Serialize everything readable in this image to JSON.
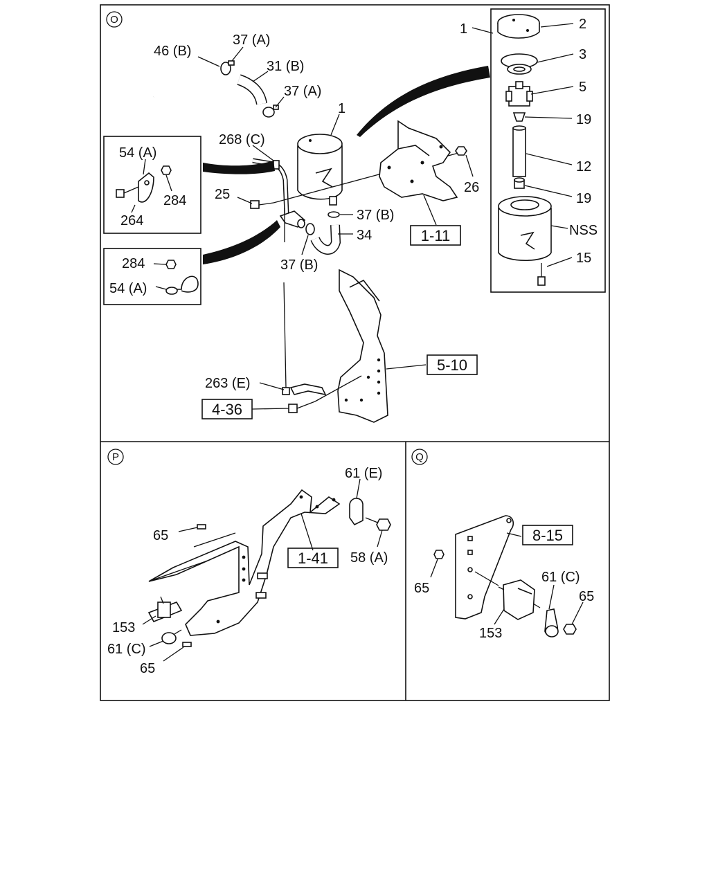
{
  "sections": {
    "o": "O",
    "p": "P",
    "q": "Q"
  },
  "section_o": {
    "labels": {
      "p46b": "46 (B)",
      "p37a_top": "37 (A)",
      "p31b": "31 (B)",
      "p37a_mid": "37 (A)",
      "p1_tank": "1",
      "p268c": "268 (C)",
      "p25": "25",
      "p26": "26",
      "p37b_right": "37 (B)",
      "p34": "34",
      "p37b_left": "37 (B)",
      "p263e": "263 (E)",
      "p1_kit": "1",
      "p2": "2",
      "p3": "3",
      "p5": "5",
      "p19_top": "19",
      "p12": "12",
      "p19_bot": "19",
      "nss": "NSS",
      "p15": "15"
    },
    "inset_a": {
      "p54a": "54 (A)",
      "p284": "284",
      "p264": "264"
    },
    "inset_b": {
      "p284": "284",
      "p54a": "54 (A)"
    },
    "refs": {
      "r1_11": "1-11",
      "r5_10": "5-10",
      "r4_36": "4-36"
    }
  },
  "section_p": {
    "labels": {
      "p61e": "61 (E)",
      "p65_top": "65",
      "p58a": "58 (A)",
      "p153": "153",
      "p61c": "61 (C)",
      "p65_bot": "65"
    },
    "refs": {
      "r1_41": "1-41"
    }
  },
  "section_q": {
    "labels": {
      "p65_left": "65",
      "p61c": "61 (C)",
      "p65_right": "65",
      "p153": "153"
    },
    "refs": {
      "r8_15": "8-15"
    }
  }
}
